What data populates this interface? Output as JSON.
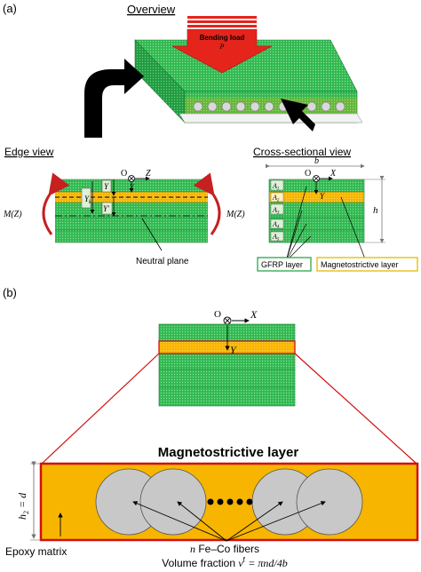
{
  "panel_a": {
    "label": "(a)",
    "overview": {
      "title": "Overview",
      "load_label": "Bending load",
      "load_symbol": "P"
    },
    "edge_view": {
      "title": "Edge view",
      "origin": "O",
      "z_axis": "Z",
      "y_axis": "Y",
      "yk_label": "Y",
      "yk_sub": "k",
      "yprime": "Y'",
      "moment_left": "M(Z)",
      "moment_right": "M(Z)",
      "neutral_plane": "Neutral plane"
    },
    "cross_section": {
      "title": "Cross-sectional view",
      "width_symbol": "b",
      "height_symbol": "h",
      "origin": "O",
      "x_axis": "X",
      "y_axis": "Y",
      "layers": [
        {
          "letter": "A",
          "sub": "1"
        },
        {
          "letter": "A",
          "sub": "2"
        },
        {
          "letter": "A",
          "sub": "3"
        },
        {
          "letter": "A",
          "sub": "4"
        },
        {
          "letter": "A",
          "sub": "5"
        }
      ],
      "legend_gfrp": "GFRP layer",
      "legend_magnetostrictive": "Magnetostrictive layer"
    }
  },
  "panel_b": {
    "label": "(b)",
    "origin": "O",
    "x_axis": "X",
    "y_axis": "Y",
    "magnetostrictive_title": "Magnetostrictive layer",
    "thickness_label": "h",
    "thickness_sub": "2",
    "thickness_eq": " = d",
    "epoxy_label": "Epoxy matrix",
    "fiber_count": "n",
    "fiber_label": "Fe–Co fibers",
    "volume_fraction_text": "Volume fraction",
    "volume_fraction_formula": "v",
    "volume_fraction_sup": "f",
    "volume_fraction_rhs": "= πnd/4b"
  },
  "colors": {
    "gfrp_green": "#27b34a",
    "magnetostrictive_orange": "#f7b500",
    "load_red": "#e5241c",
    "fiber_gray": "#c8c8c8",
    "outline_red": "#d01010",
    "legend_green": "#2aa84a",
    "legend_yellow": "#e8b800"
  }
}
